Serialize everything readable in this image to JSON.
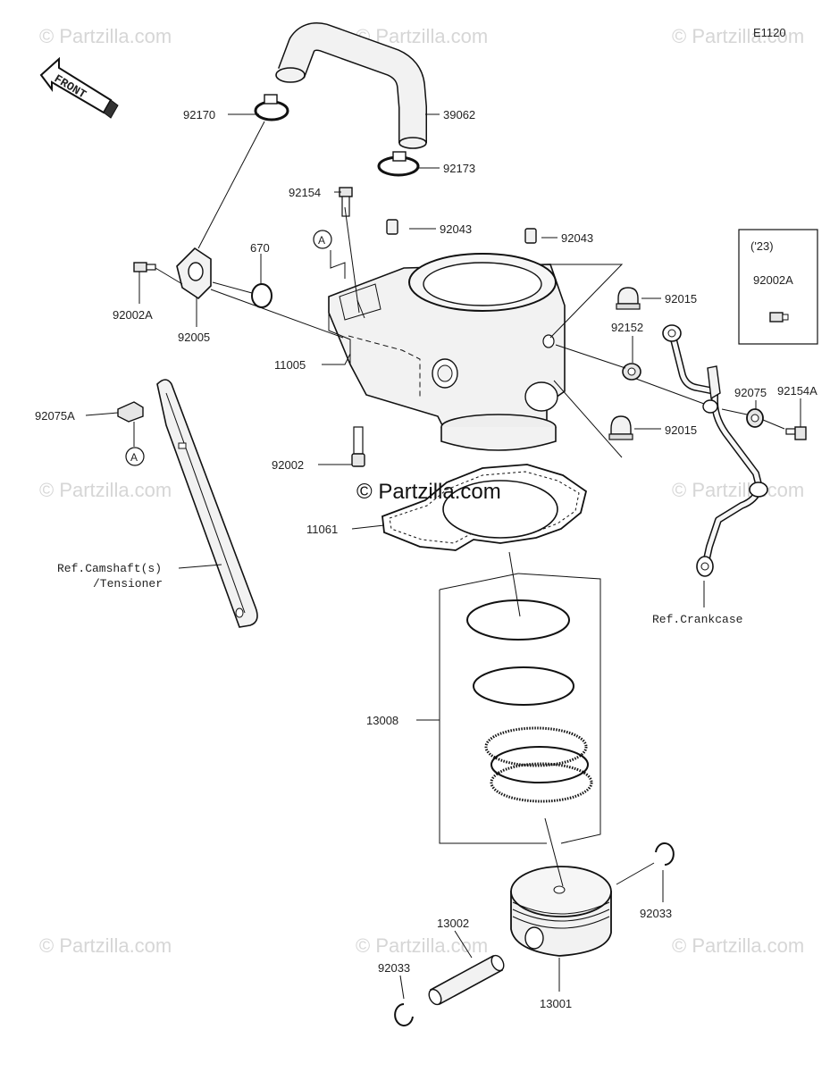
{
  "diagram_code": "E1120",
  "front_label": "FRONT",
  "copyright_center": "© Partzilla.com",
  "watermark": "© Partzilla.com",
  "callout_ref_letter": "A",
  "year_box_label": "('23)",
  "parts": {
    "p39062": "39062",
    "p92170": "92170",
    "p92173": "92173",
    "p92154": "92154",
    "p92043a": "92043",
    "p92043b": "92043",
    "p670": "670",
    "p92002A_left": "92002A",
    "p92005": "92005",
    "p92002A_box": "92002A",
    "p92015_top": "92015",
    "p92152": "92152",
    "p92075": "92075",
    "p92154A": "92154A",
    "p92015_bottom": "92015",
    "p11005": "11005",
    "p92075A": "92075A",
    "p92002": "92002",
    "p11061": "11061",
    "p13008": "13008",
    "p13002": "13002",
    "p92033_left": "92033",
    "p92033_right": "92033",
    "p13001": "13001"
  },
  "refs": {
    "camshaft_line1": "Ref.Camshaft(s)",
    "camshaft_line2": "/Tensioner",
    "crankcase": "Ref.Crankcase"
  },
  "colors": {
    "line": "#111111",
    "watermark": "#d6d6d6",
    "fill": "#f2f2f2"
  }
}
